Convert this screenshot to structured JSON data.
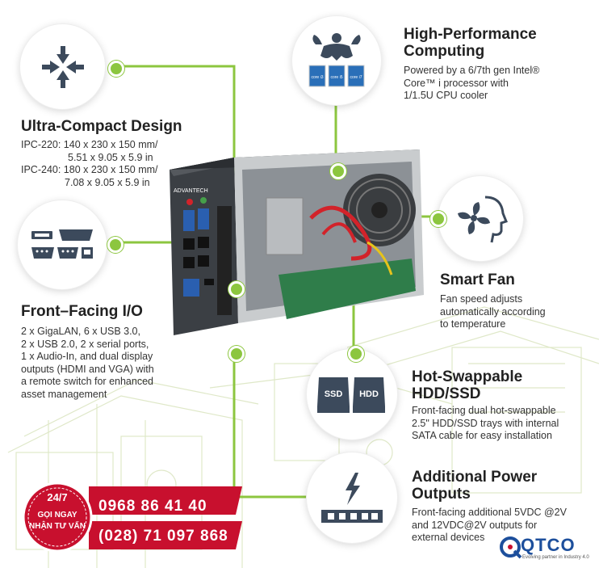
{
  "features": {
    "compact": {
      "title": "Ultra-Compact Design",
      "lines": [
        "IPC-220: 140 x 230 x 150 mm/",
        "5.51 x 9.05 x 5.9 in",
        "IPC-240: 180 x 230 x 150 mm/",
        "7.08 x 9.05 x 5.9 in"
      ],
      "icon": "arrows-inward-icon"
    },
    "performance": {
      "title_line1": "High-Performance",
      "title_line2": "Computing",
      "lines": [
        "Powered by a 6/7th gen Intel®",
        "Core™ i processor with",
        "1/1.5U CPU cooler"
      ],
      "icon": "muscle-cpu-icon",
      "chip_labels": [
        "core i3",
        "core i5",
        "core i7"
      ]
    },
    "fan": {
      "title": "Smart Fan",
      "lines": [
        "Fan speed adjusts",
        "automatically according",
        "to temperature"
      ],
      "icon": "fan-head-icon"
    },
    "io": {
      "title": "Front–Facing I/O",
      "lines": [
        "2 x GigaLAN, 6 x USB 3.0,",
        "2 x USB 2.0, 2 x serial ports,",
        "1 x Audio-In, and dual display",
        "outputs (HDMI and VGA) with",
        "a remote switch for enhanced",
        "asset management"
      ],
      "icon": "ports-icon"
    },
    "hdd": {
      "title_line1": "Hot-Swappable",
      "title_line2": "HDD/SSD",
      "lines": [
        "Front-facing dual hot-swappable",
        "2.5\" HDD/SSD trays with internal",
        "SATA cable for easy installation"
      ],
      "icon": "drive-icon",
      "ssd_label": "SSD",
      "hdd_label": "HDD"
    },
    "power": {
      "title_line1": "Additional Power",
      "title_line2": "Outputs",
      "lines": [
        "Front-facing additional 5VDC @2V",
        "and 12VDC@2V outputs for",
        "external devices"
      ],
      "icon": "power-connector-icon"
    }
  },
  "device": {
    "brand": "ADVANTECH"
  },
  "promo": {
    "badge_top": "24/7",
    "badge_line1": "GỌI NGAY",
    "badge_line2": "NHẬN TƯ VẤN",
    "phone1": "0968 86 41 40",
    "phone2": "(028) 71 097 868"
  },
  "logo": {
    "name": "QTCO",
    "tagline": "Evolving partner in Industry 4.0"
  },
  "colors": {
    "accent": "#8cc63f",
    "promo_red": "#c8102e",
    "logo_blue": "#1d4f9c"
  }
}
